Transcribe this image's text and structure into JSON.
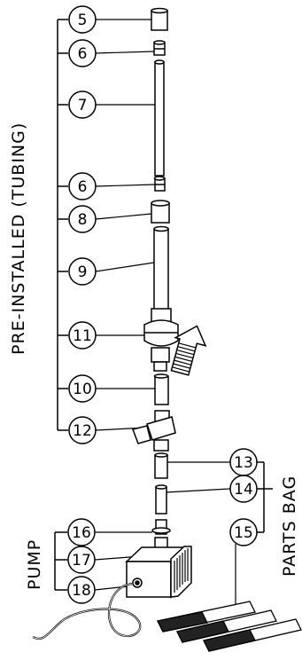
{
  "groups": {
    "pre_installed": "PRE-INSTALLED (TUBING)",
    "parts_bag": "PARTS BAG",
    "pump": "PUMP"
  },
  "callouts": {
    "c5": "5",
    "c6a": "6",
    "c7": "7",
    "c6b": "6",
    "c8": "8",
    "c9": "9",
    "c11": "11",
    "c10": "10",
    "c12": "12",
    "c13": "13",
    "c14": "14",
    "c15": "15",
    "c16": "16",
    "c17": "17",
    "c18": "18"
  },
  "colors": {
    "line": "#000000",
    "background": "#ffffff"
  }
}
